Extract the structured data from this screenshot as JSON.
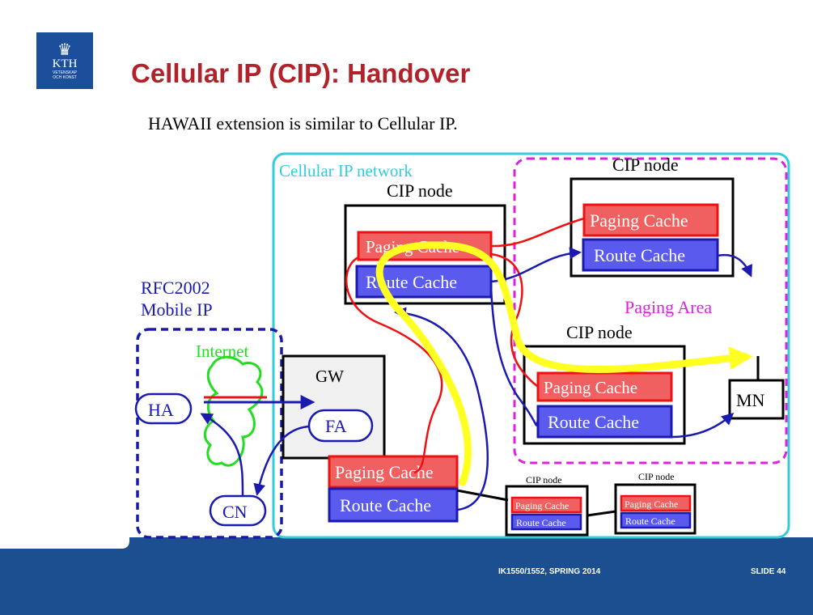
{
  "slide": {
    "title": "Cellular IP (CIP): Handover",
    "subtitle": "HAWAII extension is similar to Cellular IP.",
    "logo": {
      "text": "KTH",
      "subtext_1": "VETENSKAP",
      "subtext_2": "OCH KONST",
      "icon": "crown-icon"
    },
    "footer": {
      "course": "IK1550/1552, SPRING 2014",
      "slide_number": "SLIDE 44"
    }
  },
  "diagram": {
    "cip_network_label": "Cellular IP network",
    "paging_area_label": "Paging Area",
    "mobile_ip_label_1": "RFC2002",
    "mobile_ip_label_2": "Mobile IP",
    "internet_label": "Internet",
    "gw_label": "GW",
    "ha_label": "HA",
    "fa_label": "FA",
    "cn_label": "CN",
    "mn_label": "MN",
    "cip_node_label": "CIP node",
    "paging_cache_label": "Paging Cache",
    "route_cache_label": "Route Cache",
    "colors": {
      "network": "#33ccdd",
      "paging_area": "#dd22dd",
      "mobile_ip": "#1a1aaa",
      "internet": "#22dd22",
      "paging_cache_fill": "#f06060",
      "paging_cache_border": "#ee1111",
      "route_cache_fill": "#5a5aee",
      "route_cache_border": "#1a1ab0",
      "handover_path": "#ffff22",
      "footer": "#1c4f8f"
    }
  }
}
